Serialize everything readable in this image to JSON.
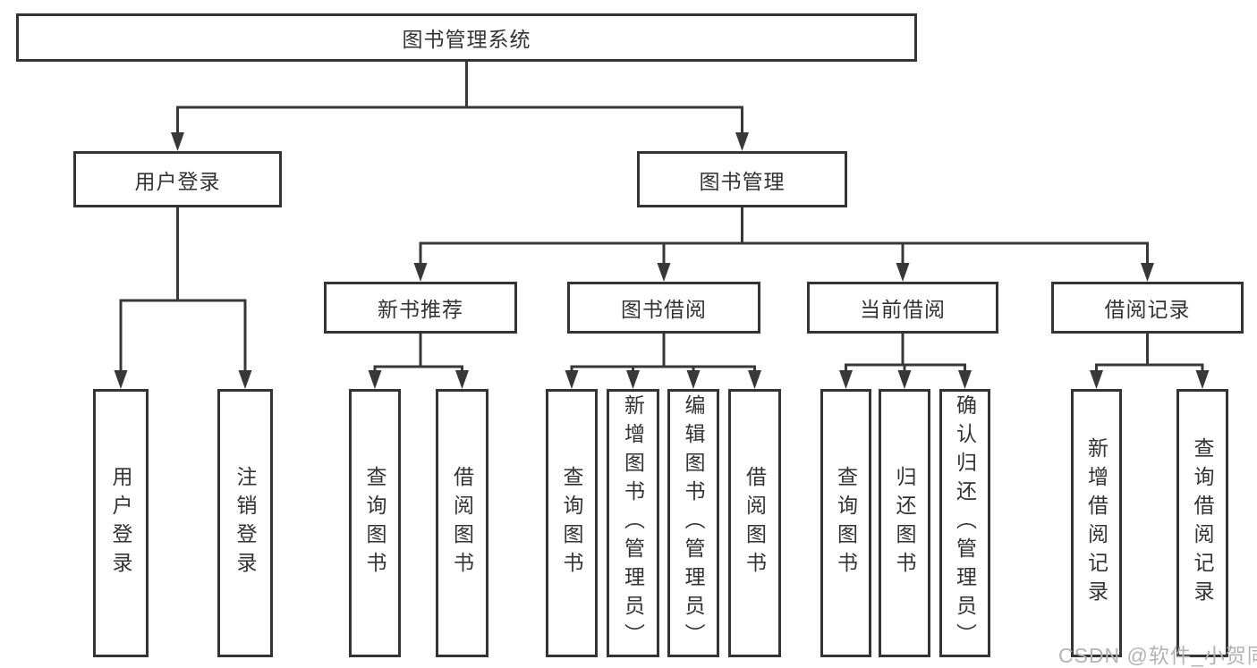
{
  "nodes": {
    "root": "图书管理系统",
    "level2": [
      "用户登录",
      "图书管理"
    ],
    "level3": [
      "新书推荐",
      "图书借阅",
      "当前借阅",
      "借阅记录"
    ],
    "leaves_login": [
      "用户登录",
      "注销登录"
    ],
    "leaves_new": [
      "查询图书",
      "借阅图书"
    ],
    "leaves_borrow": [
      "查询图书",
      "新增图书（管理员）",
      "编辑图书（管理员）",
      "借阅图书"
    ],
    "leaves_current": [
      "查询图书",
      "归还图书",
      "确认归还（管理员）"
    ],
    "leaves_records": [
      "新增借阅记录",
      "查询借阅记录"
    ]
  },
  "watermark": "CSDN @软件_小贺同学",
  "colors": {
    "line": "#383838",
    "border": "#343434",
    "text": "#333333",
    "watermark": "#b3b3b3",
    "background": "#ffffff"
  }
}
